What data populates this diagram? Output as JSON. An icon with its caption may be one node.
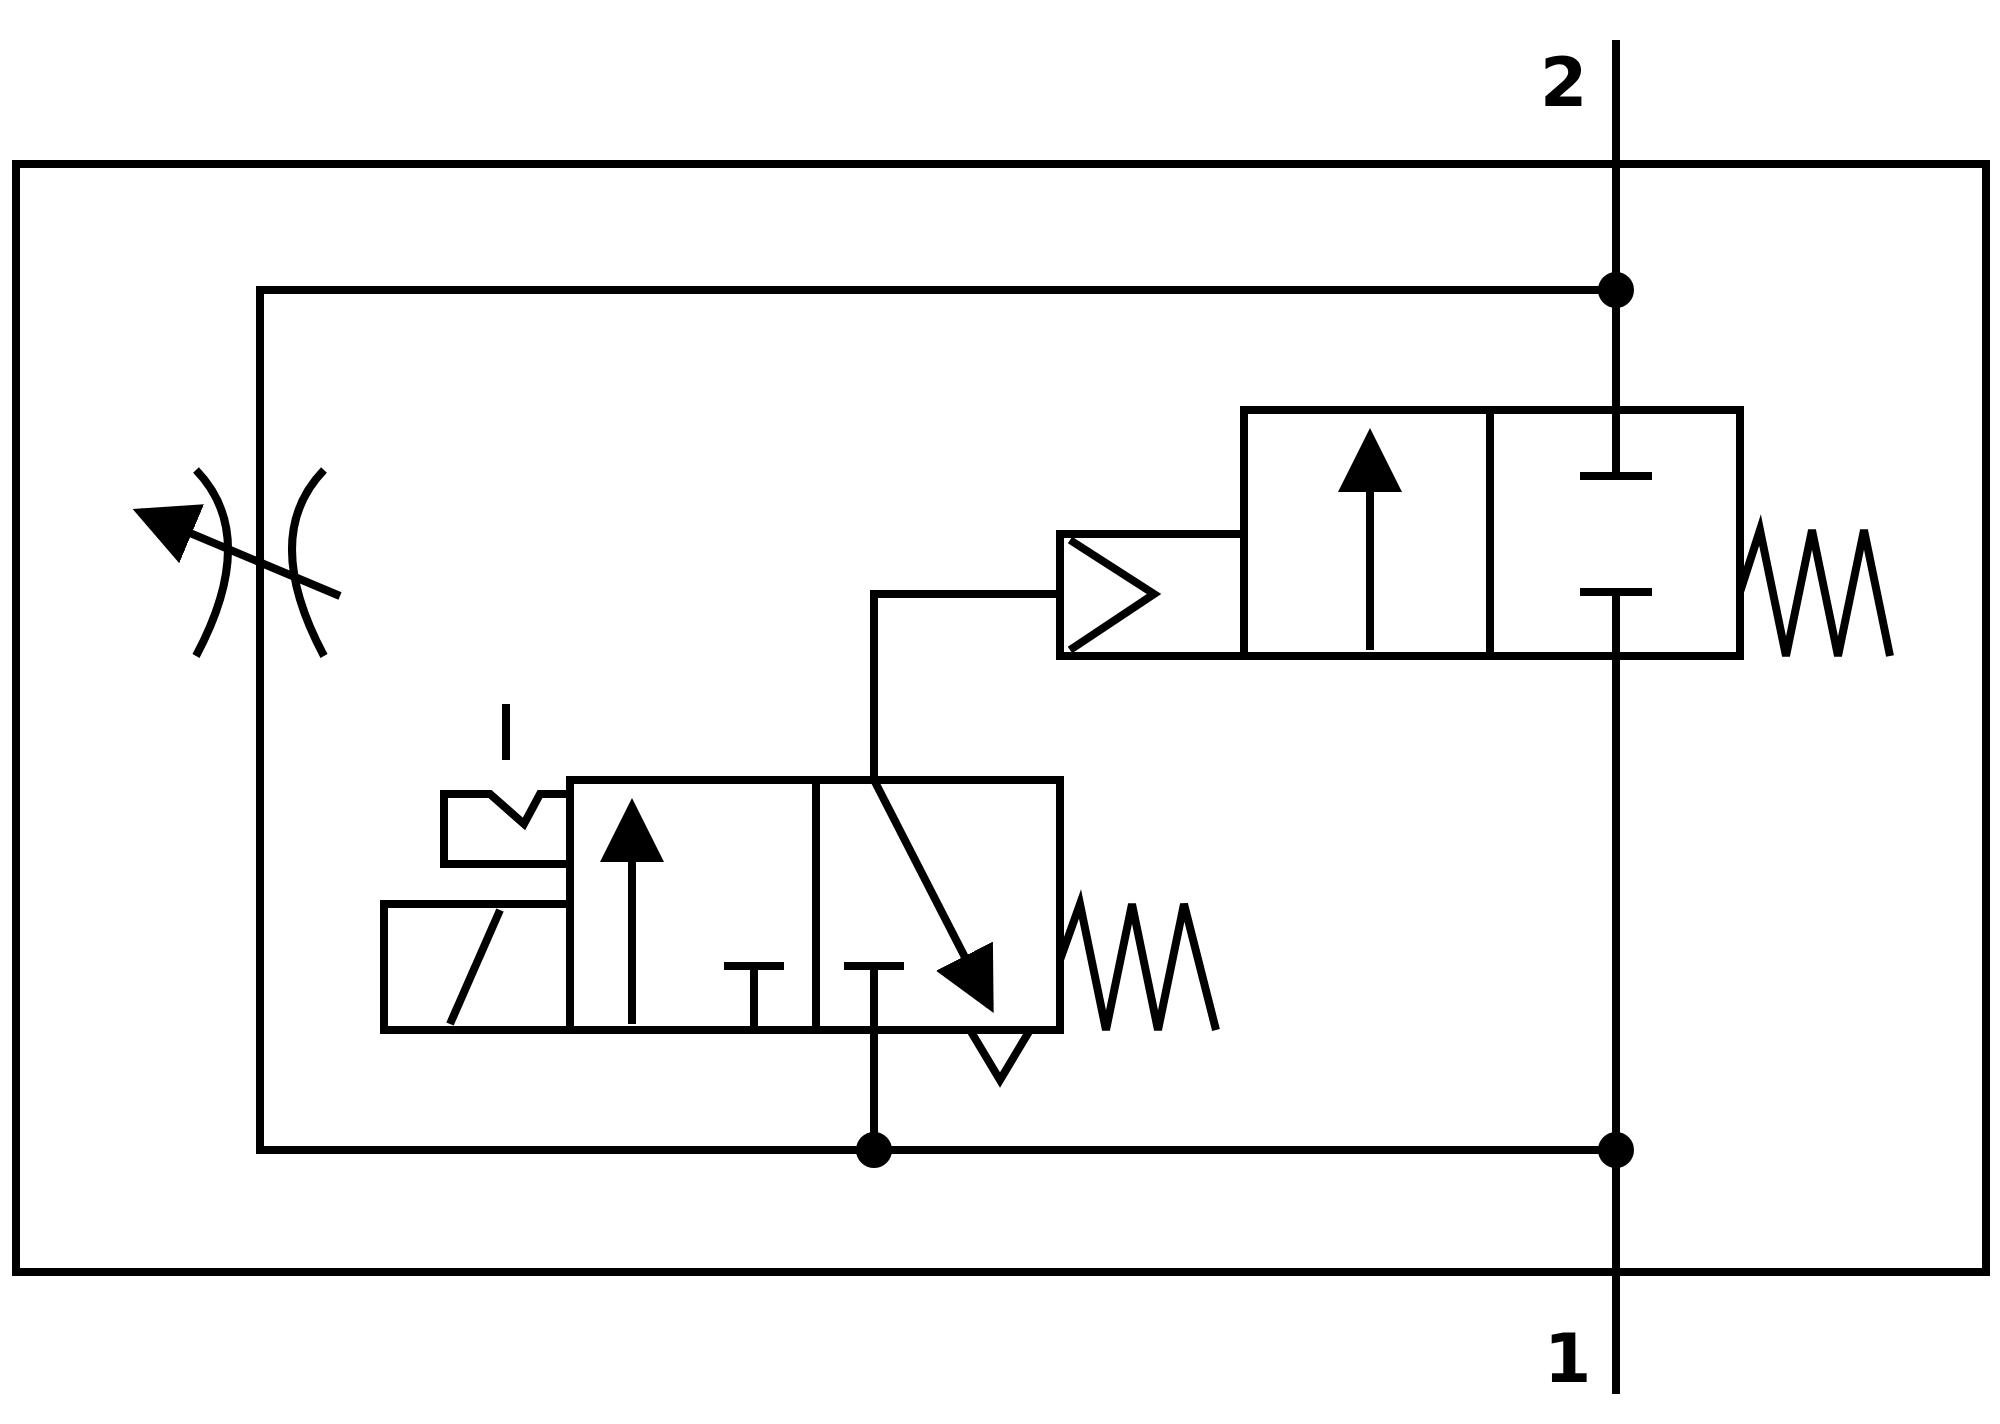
{
  "diagram": {
    "nodes": [
      {
        "text": [],
        "shape": "box"
      },
      {
        "text": [],
        "shape": "box"
      },
      {
        "text": [],
        "shape": "picture"
      }
    ],
    "edges": [
      {
        "from": 0,
        "to": 1,
        "arrow": "none"
      },
      {
        "from": 2,
        "to": 1,
        "arrow": "none"
      },
      {
        "from": 2,
        "to": 0,
        "arrow": "none"
      },
      {
        "from": 0,
        "to": 1,
        "arrow": "none"
      },
      {
        "from": null,
        "to": 1,
        "arrow": "none"
      },
      {
        "from": null,
        "to": 1,
        "arrow": "none"
      }
    ],
    "labels": [
      "2",
      "1"
    ]
  }
}
